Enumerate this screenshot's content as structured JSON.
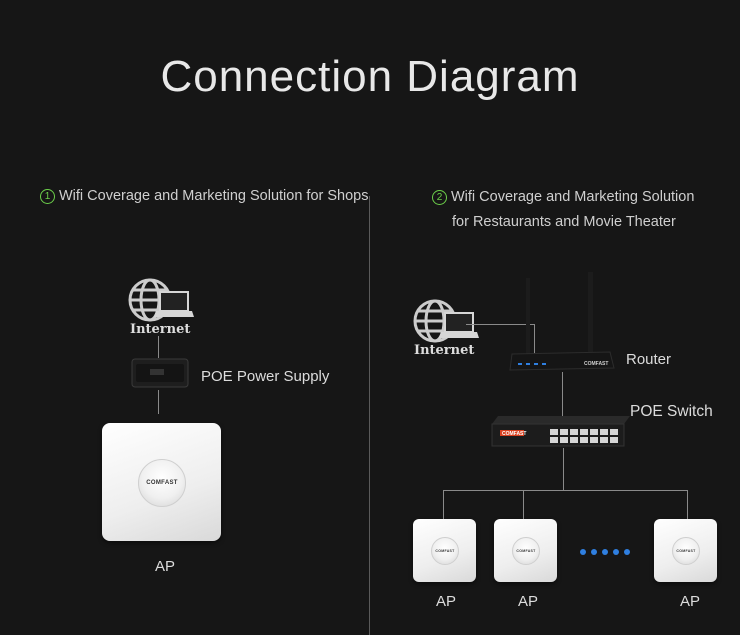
{
  "title": "Connection Diagram",
  "left": {
    "number": "1",
    "heading": "Wifi Coverage and Marketing Solution for Shops",
    "internet_label": "Internet",
    "poe_label": "POE Power Supply",
    "ap_label": "AP",
    "ap_brand": "COMFAST"
  },
  "right": {
    "number": "2",
    "heading_line1": "Wifi Coverage and Marketing Solution",
    "heading_line2": "for Restaurants and Movie Theater",
    "internet_label": "Internet",
    "router_label": "Router",
    "router_brand": "COMFAST",
    "switch_label": "POE Switch",
    "switch_brand": "COMFAST",
    "ap_labels": [
      "AP",
      "AP",
      "AP"
    ],
    "ap_brand": "COMFAST"
  },
  "colors": {
    "background": "#161616",
    "accent_number": "#6ccf4a",
    "ellipsis_dots": "#2f7fe0"
  }
}
